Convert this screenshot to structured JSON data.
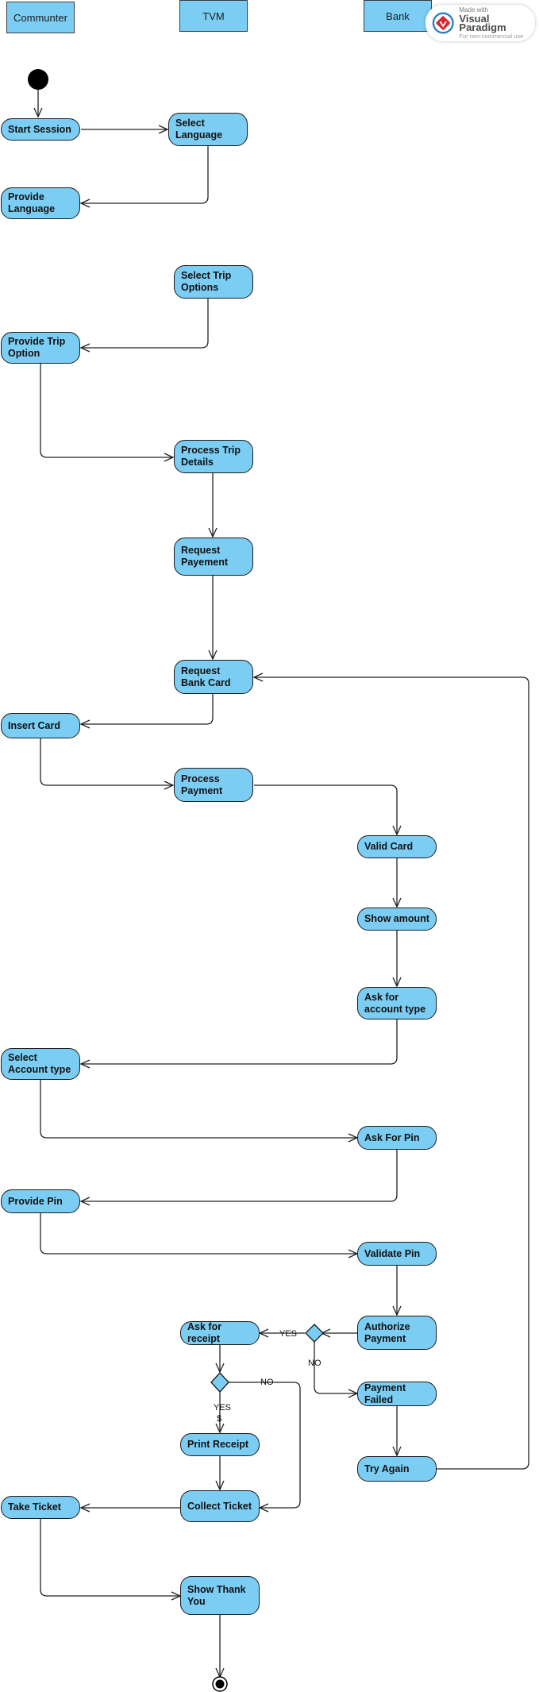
{
  "swimlanes": {
    "commuter": "Communter",
    "tvm": "TVM",
    "bank": "Bank"
  },
  "actions": {
    "start_session": "Start Session",
    "select_language": "Select Language",
    "provide_language": "Provide Language",
    "select_trip_options": "Select Trip Options",
    "provide_trip_option": "Provide Trip Option",
    "process_trip_details": "Process Trip Details",
    "request_payement": "Request Payement",
    "request_bank_card": "Request Bank Card",
    "insert_card": "Insert Card",
    "process_payment": "Process Payment",
    "valid_card": "Valid Card",
    "show_amount": "Show amount",
    "ask_for_account_type": "Ask for account type",
    "select_account_type": "Select Account type",
    "ask_for_pin": "Ask For Pin",
    "provide_pin": "Provide Pin",
    "validate_pin": "Validate Pin",
    "authorize_payment": "Authorize Payment",
    "ask_for_receipt": "Ask for receipt",
    "payment_failed": "Payment Failed",
    "print_receipt": "Print Receipt",
    "collect_ticket": "Collect Ticket",
    "try_again": "Try Again",
    "take_ticket": "Take Ticket",
    "show_thank_you": "Show Thank You"
  },
  "guards": {
    "auth_yes": "YES",
    "auth_no": "NO",
    "receipt_no": "NO",
    "receipt_yes": "YES",
    "receipt_marker": "$"
  },
  "watermark": {
    "made_with": "Made with",
    "brand": "Visual Paradigm",
    "note": "For non-commercial use"
  },
  "colors": {
    "node_fill": "#7ccdf3",
    "outline": "#1a1a1a",
    "connector": "#222222",
    "logo_red": "#d9262c",
    "logo_blue": "#2a7fc1"
  }
}
